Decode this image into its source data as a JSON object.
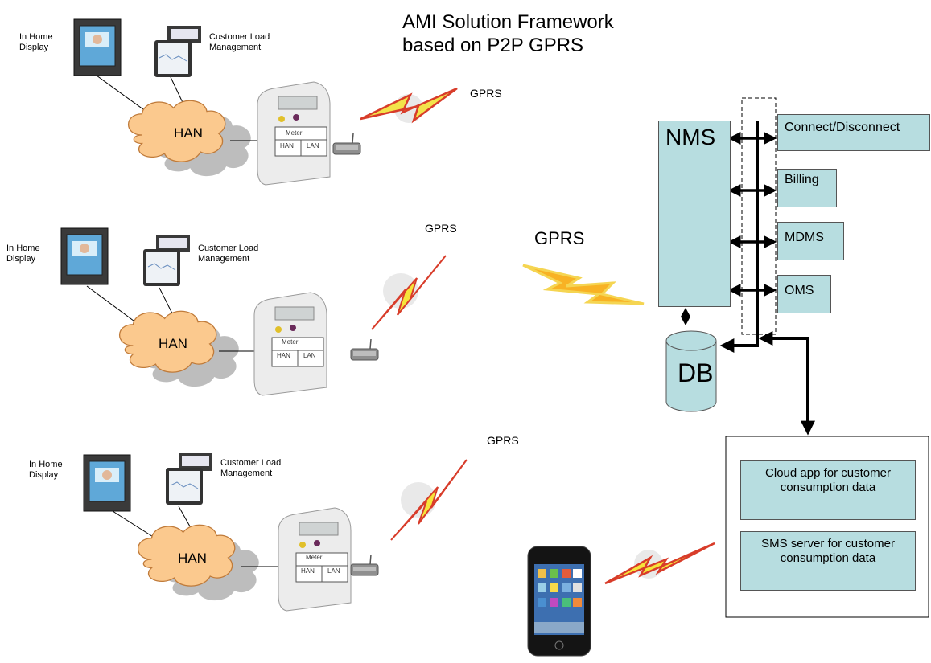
{
  "title_line1": "AMI Solution Framework",
  "title_line2": "based on P2P GPRS",
  "customers": [
    {
      "display": "In Home\nDisplay",
      "load": "Customer Load\nManagement",
      "han": "HAN",
      "meter": "Meter",
      "meter_han": "HAN",
      "meter_lan": "LAN",
      "gprs": "GPRS"
    },
    {
      "display": "In Home\nDisplay",
      "load": "Customer Load\nManagement",
      "han": "HAN",
      "meter": "Meter",
      "meter_han": "HAN",
      "meter_lan": "LAN",
      "gprs": "GPRS"
    },
    {
      "display": "In Home\nDisplay",
      "load": "Customer Load\nManagement",
      "han": "HAN",
      "meter": "Meter",
      "meter_han": "HAN",
      "meter_lan": "LAN",
      "gprs": "GPRS"
    }
  ],
  "backbone_gprs": "GPRS",
  "nms": "NMS",
  "db": "DB",
  "services": [
    "Connect/Disconnect",
    "Billing",
    "MDMS",
    "OMS"
  ],
  "cloud_app": "Cloud app for customer consumption data",
  "sms_server": "SMS server for customer consumption data",
  "colors": {
    "box_fill": "#b7dde0",
    "cloud_fill": "#fbc98e",
    "bolt_yellow": "#f6e43a",
    "bolt_red": "#d83c2a"
  }
}
